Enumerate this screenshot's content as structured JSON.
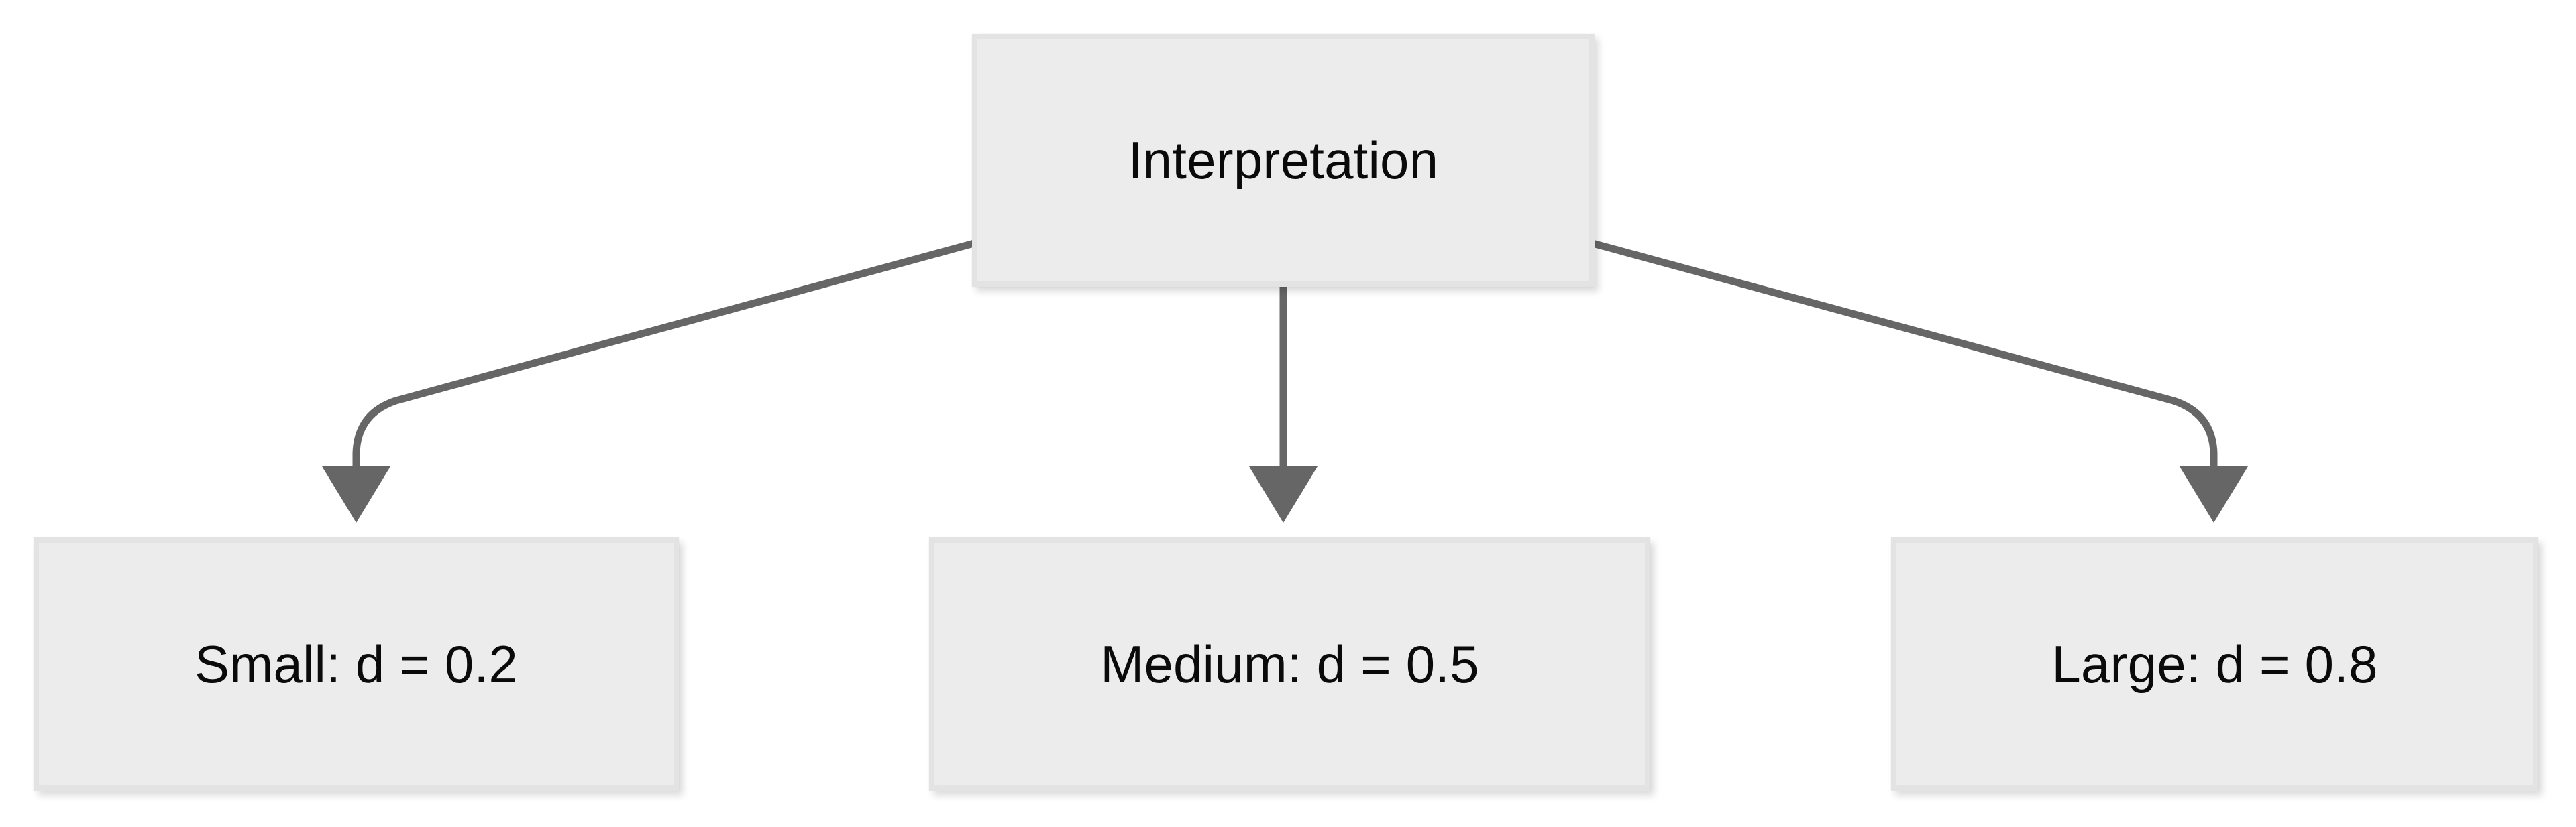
{
  "diagram": {
    "type": "flowchart",
    "orientation": "top-down",
    "title_node": "Interpretation",
    "background_color": "#FFFFFF",
    "node_fill_color": "#ECECEC",
    "node_border_color": "#E3E3E3",
    "node_text_color": "#0A0A0A",
    "edge_color": "#666666",
    "nodes": [
      {
        "id": "root",
        "label": "Interpretation",
        "role": "parent"
      },
      {
        "id": "small",
        "label": "Small: d = 0.2",
        "role": "child",
        "effect_size": "0.2",
        "magnitude": "Small"
      },
      {
        "id": "medium",
        "label": "Medium: d = 0.5",
        "role": "child",
        "effect_size": "0.5",
        "magnitude": "Medium"
      },
      {
        "id": "large",
        "label": "Large: d = 0.8",
        "role": "child",
        "effect_size": "0.8",
        "magnitude": "Large"
      }
    ],
    "edges": [
      {
        "from": "root",
        "to": "small",
        "arrow": "open-triangle"
      },
      {
        "from": "root",
        "to": "medium",
        "arrow": "open-triangle"
      },
      {
        "from": "root",
        "to": "large",
        "arrow": "open-triangle"
      }
    ]
  }
}
